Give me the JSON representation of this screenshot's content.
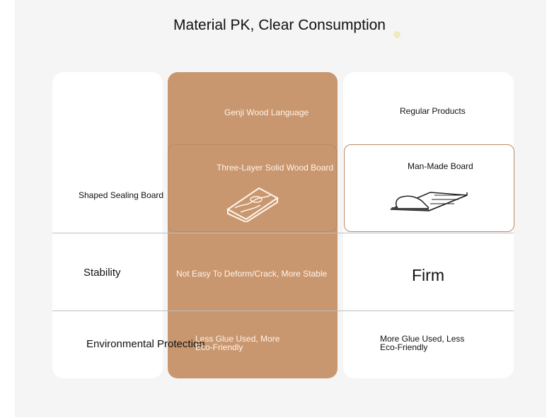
{
  "title": "Material PK, Clear Consumption",
  "columns": {
    "left": {
      "header": "Shaped Sealing Board"
    },
    "middle": {
      "brand": "Genji Wood Language",
      "material": "Three-Layer Solid Wood Board",
      "icon": "wood-board-icon"
    },
    "right": {
      "brand": "Regular Products",
      "material": "Man-Made Board",
      "icon": "plywood-sheet-icon"
    }
  },
  "rows": [
    {
      "label": "Stability",
      "middle": "Not Easy To Deform/Crack, More Stable",
      "right": "Firm"
    },
    {
      "label": "Environmental Protection",
      "middle": "Less Glue Used, More Eco-Friendly",
      "right": "More Glue Used, Less Eco-Friendly"
    }
  ],
  "colors": {
    "accent": "#c9976f",
    "panel": "#f5f5f5"
  }
}
